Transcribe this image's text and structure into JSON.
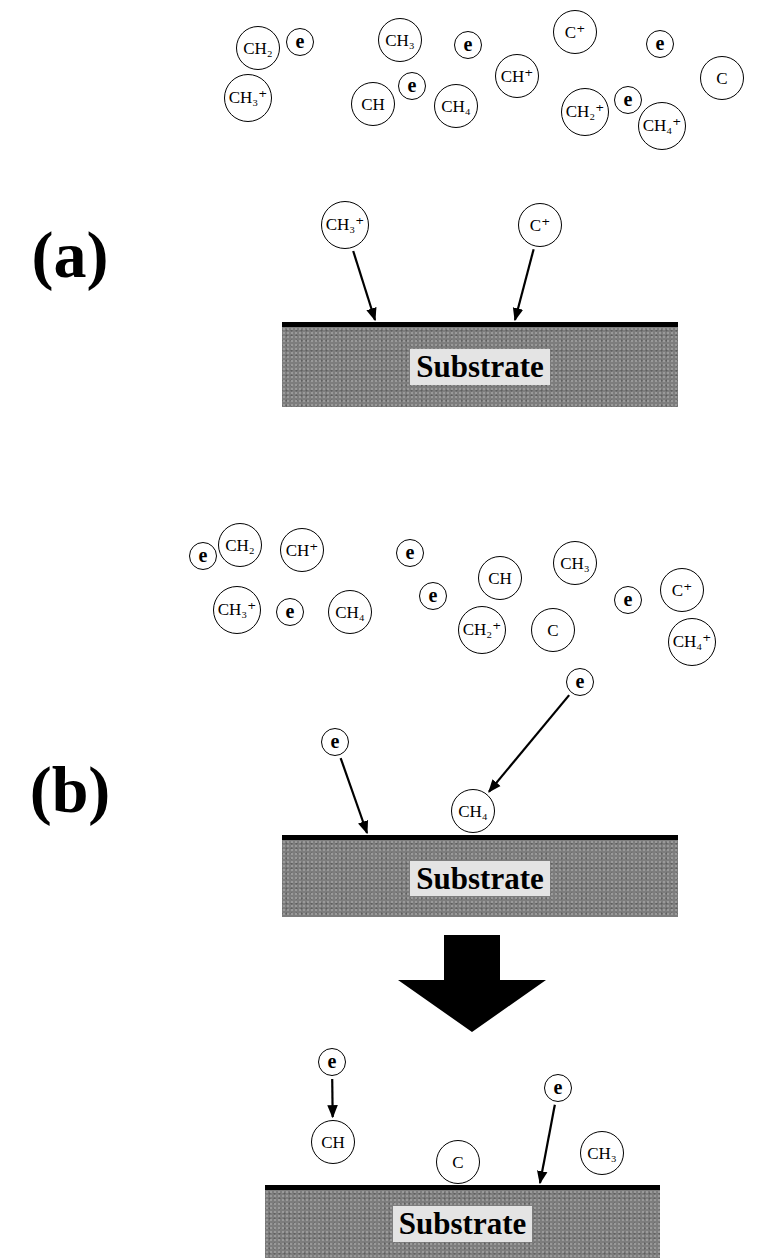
{
  "diagram": {
    "nodes": [
      {
        "text": [
          "CH₂"
        ]
      },
      {
        "text": [
          "e"
        ]
      },
      {
        "text": [
          "CH₃"
        ]
      },
      {
        "text": [
          "e"
        ]
      },
      {
        "text": [
          "C⁺"
        ]
      },
      {
        "text": [
          "e"
        ]
      },
      {
        "text": [
          "C"
        ]
      },
      {
        "text": [
          "CH₃⁺"
        ]
      },
      {
        "text": [
          "CH"
        ]
      },
      {
        "text": [
          "e"
        ]
      },
      {
        "text": [
          "CH₄"
        ]
      },
      {
        "text": [
          "CH⁺"
        ]
      },
      {
        "text": [
          "e"
        ]
      },
      {
        "text": [
          "CH₂⁺"
        ]
      },
      {
        "text": [
          "CH₄⁺"
        ]
      },
      {
        "text": [
          "CH₃⁺"
        ]
      },
      {
        "text": [
          "C⁺"
        ]
      },
      {
        "text": [
          "Substrate"
        ]
      },
      {
        "text": [
          "CH₂"
        ]
      },
      {
        "text": [
          "e"
        ]
      },
      {
        "text": [
          "CH⁺"
        ]
      },
      {
        "text": [
          "e"
        ]
      },
      {
        "text": [
          "CH"
        ]
      },
      {
        "text": [
          "CH₃"
        ]
      },
      {
        "text": [
          "C⁺"
        ]
      },
      {
        "text": [
          "CH₃⁺"
        ]
      },
      {
        "text": [
          "e"
        ]
      },
      {
        "text": [
          "CH₄"
        ]
      },
      {
        "text": [
          "e"
        ]
      },
      {
        "text": [
          "CH₂⁺"
        ]
      },
      {
        "text": [
          "C"
        ]
      },
      {
        "text": [
          "e"
        ]
      },
      {
        "text": [
          "CH₄⁺"
        ]
      },
      {
        "text": [
          "e"
        ]
      },
      {
        "text": [
          "e"
        ]
      },
      {
        "text": [
          "CH₄"
        ]
      },
      {
        "text": [
          "Substrate"
        ]
      },
      {
        "text": [
          "e"
        ]
      },
      {
        "text": [
          "CH"
        ]
      },
      {
        "text": [
          "C"
        ]
      },
      {
        "text": [
          "e"
        ]
      },
      {
        "text": [
          "CH₃"
        ]
      },
      {
        "text": [
          "Substrate"
        ]
      }
    ],
    "edges": [
      {
        "from": 15,
        "to": 17,
        "arrow": "to"
      },
      {
        "from": 16,
        "to": 17,
        "arrow": "to"
      },
      {
        "from": 33,
        "to": 36,
        "arrow": "to"
      },
      {
        "from": 34,
        "to": 35,
        "arrow": "to"
      },
      {
        "from": 37,
        "to": 38,
        "arrow": "to"
      },
      {
        "from": 40,
        "to": 42,
        "arrow": "to"
      }
    ],
    "labels": [
      "(a)",
      "(b)"
    ]
  }
}
